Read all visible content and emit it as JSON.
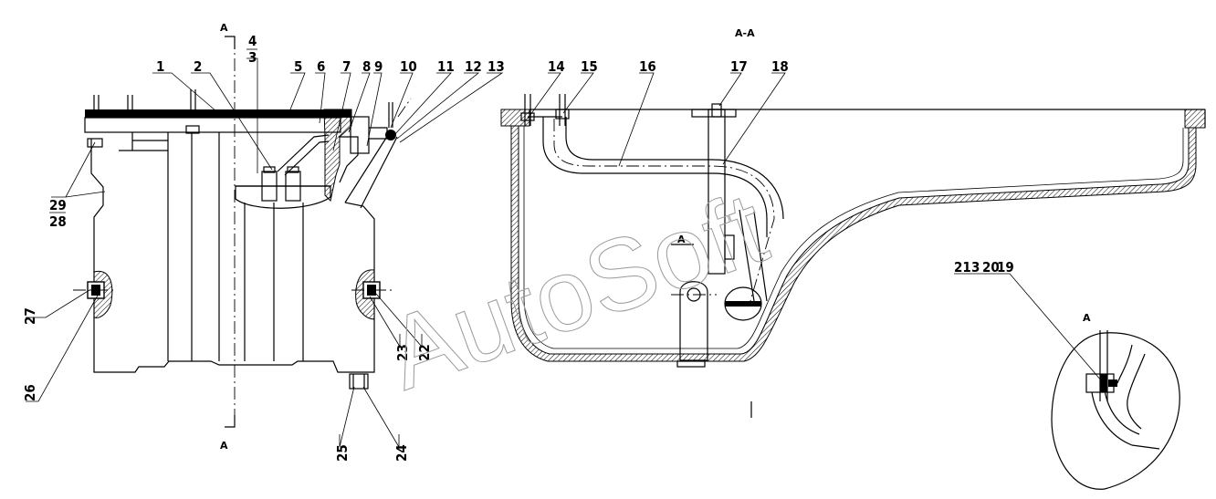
{
  "callouts": {
    "n1": "1",
    "n2": "2",
    "n3": "3",
    "n4": "4",
    "n5": "5",
    "n6": "6",
    "n7": "7",
    "n8": "8",
    "n9": "9",
    "n10": "10",
    "n11": "11",
    "n12": "12",
    "n13": "13",
    "n14": "14",
    "n15": "15",
    "n16": "16",
    "n17": "17",
    "n18": "18",
    "n19": "19",
    "n20": "20",
    "n21": "21",
    "n3b": "3",
    "n22": "22",
    "n23": "23",
    "n24": "24",
    "n25": "25",
    "n26": "26",
    "n27": "27",
    "n28": "28",
    "n29": "29"
  },
  "section_marks": {
    "a_top": "A",
    "a_bottom": "A",
    "section_title": "A-A",
    "a_mid": "A",
    "a_detail": "A"
  },
  "watermark": "AutoSoft"
}
